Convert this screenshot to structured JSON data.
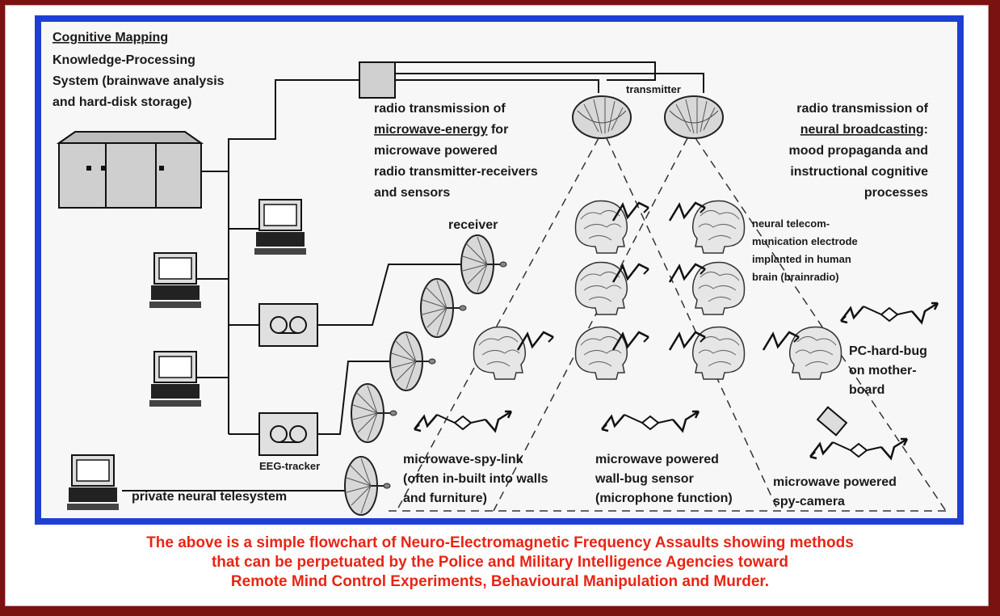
{
  "diagram": {
    "knowledge_system": {
      "title": "Cognitive Mapping",
      "lines": [
        "Knowledge-Processing",
        "System (brainwave analysis",
        "and hard-disk storage)"
      ]
    },
    "transmitter_label": "transmitter",
    "receiver_label": "receiver",
    "eeg_label": "EEG-tracker",
    "private_label": "private neural telesystem",
    "microwave_energy": {
      "line1": "radio transmission of",
      "underlined": "microwave-energy",
      "line2_rest": " for",
      "lines": [
        "microwave powered",
        "radio transmitter-receivers",
        "and sensors"
      ]
    },
    "neural_broadcast": {
      "line1": "radio transmission of",
      "underlined": "neural broadcasting",
      "line2_rest": ":",
      "lines": [
        "mood propaganda and",
        "instructional cognitive",
        "processes"
      ]
    },
    "electrode": [
      "neural telecom-",
      "munication electrode",
      "implanted in human",
      "brain (brainradio)"
    ],
    "pc_bug": [
      "PC-hard-bug",
      "on mother-",
      "board"
    ],
    "spy_link": [
      "microwave-spy-link",
      "(often in-built into walls",
      "and furniture)"
    ],
    "wall_bug": [
      "microwave powered",
      "wall-bug sensor",
      "(microphone function)"
    ],
    "spy_camera": [
      "microwave powered",
      "spy-camera"
    ]
  },
  "caption": [
    "The above is a simple flowchart of Neuro-Electromagnetic Frequency Assaults showing methods",
    "that can be perpetuated by the Police and Military Intelligence Agencies toward",
    "Remote Mind Control Experiments, Behavioural Manipulation and Murder."
  ],
  "colors": {
    "frame": "#7a1212",
    "blue_border": "#1f3fd4",
    "caption": "#e82515"
  }
}
